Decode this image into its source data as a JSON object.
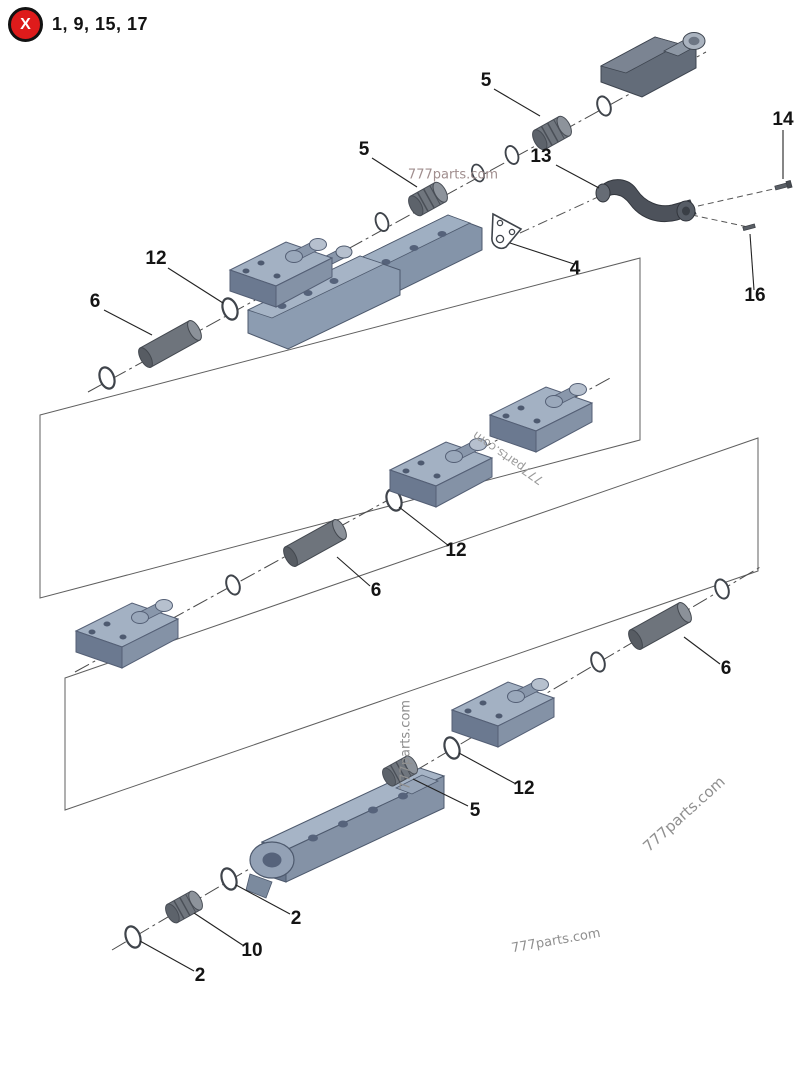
{
  "page": {
    "badge": {
      "symbol": "X",
      "items_label": "1, 9, 15, 17"
    },
    "watermark": "777parts.com"
  },
  "callouts": {
    "top_bushing_upper": "5",
    "top_bushing_lower": "5",
    "bolt_14": "14",
    "bracket_13": "13",
    "oring_12_top": "12",
    "sleeve_6_top": "6",
    "gasket_4": "4",
    "stud_16": "16",
    "oring_12_middle": "12",
    "sleeve_6_middle": "6",
    "sleeve_6_right": "6",
    "oring_12_bottom": "12",
    "bushing_5_bottom": "5",
    "oring_2_upper": "2",
    "bushing_10": "10",
    "oring_2_lower": "2"
  },
  "colors": {
    "badge_red": "#de1b1b",
    "part_blue_gray": "#8c9bb0",
    "part_steel_gray": "#6e747c",
    "leader_line": "#222222",
    "watermark_gray": "#8f8f8f"
  }
}
